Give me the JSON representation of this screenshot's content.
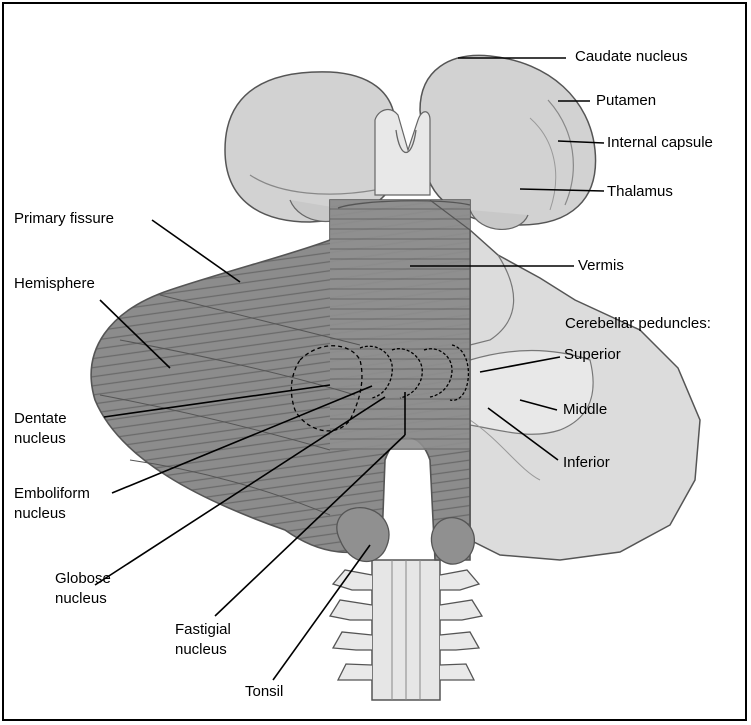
{
  "labels": {
    "caudate_nucleus": "Caudate nucleus",
    "putamen": "Putamen",
    "internal_capsule": "Internal capsule",
    "thalamus": "Thalamus",
    "primary_fissure": "Primary fissure",
    "vermis": "Vermis",
    "hemisphere": "Hemisphere",
    "cerebellar_peduncles": "Cerebellar peduncles:",
    "superior": "Superior",
    "middle": "Middle",
    "inferior": "Inferior",
    "dentate_1": "Dentate",
    "dentate_2": "nucleus",
    "emboliform_1": "Emboliform",
    "emboliform_2": "nucleus",
    "globose_1": "Globose",
    "globose_2": "nucleus",
    "fastigial_1": "Fastigial",
    "fastigial_2": "nucleus",
    "tonsil": "Tonsil"
  },
  "colors": {
    "cerebellum_dark": "#8a8a8a",
    "cerebellum_line": "#6e6e6e",
    "brain_light": "#d4d4d4",
    "peduncle_light": "#e2e2e2",
    "outline": "#555555"
  }
}
